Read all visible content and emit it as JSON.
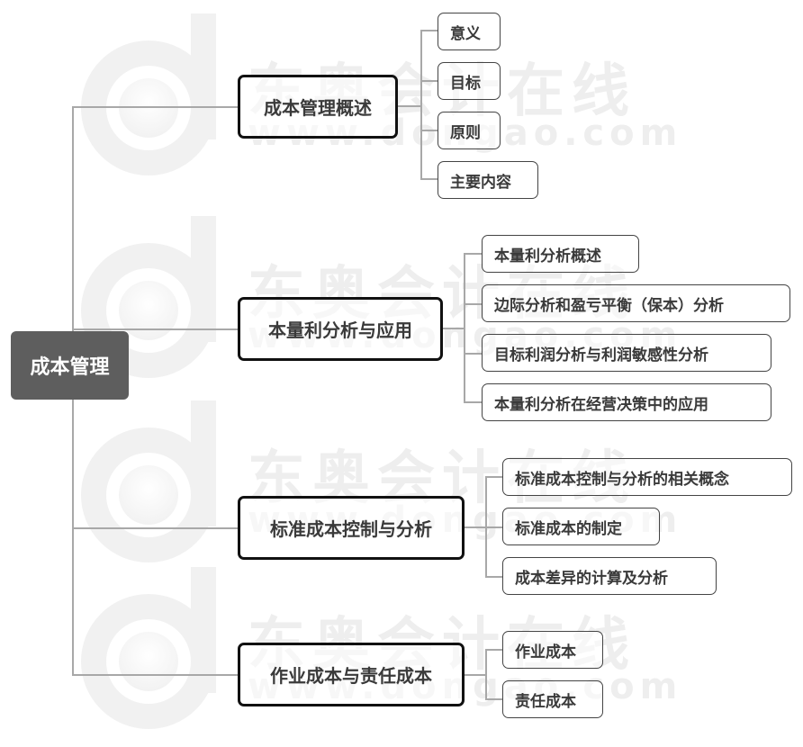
{
  "watermark": {
    "brand_cn": "东奥会计在线",
    "url": "www.dongao.com"
  },
  "colors": {
    "root_fill": "#5e5e5e",
    "connector": "#a8a8a8",
    "branch_border": "#111111",
    "text": "#3a3a3a"
  },
  "root": {
    "label": "成本管理"
  },
  "branches": [
    {
      "label": "成本管理概述",
      "children": [
        "意义",
        "目标",
        "原则",
        "主要内容"
      ]
    },
    {
      "label": "本量利分析与应用",
      "children": [
        "本量利分析概述",
        "边际分析和盈亏平衡（保本）分析",
        "目标利润分析与利润敏感性分析",
        "本量利分析在经营决策中的应用"
      ]
    },
    {
      "label": "标准成本控制与分析",
      "children": [
        "标准成本控制与分析的相关概念",
        "标准成本的制定",
        "成本差异的计算及分析"
      ]
    },
    {
      "label": "作业成本与责任成本",
      "children": [
        "作业成本",
        "责任成本"
      ]
    }
  ]
}
